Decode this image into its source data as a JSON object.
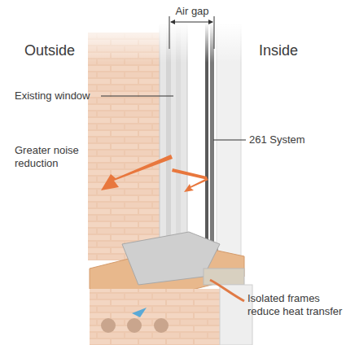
{
  "diagram": {
    "labels": [
      "Air gap",
      "Outside",
      "Inside",
      "Existing window",
      "261 System",
      "Greater noise reduction",
      "Isolated frames reduce heat transfer"
    ]
  }
}
